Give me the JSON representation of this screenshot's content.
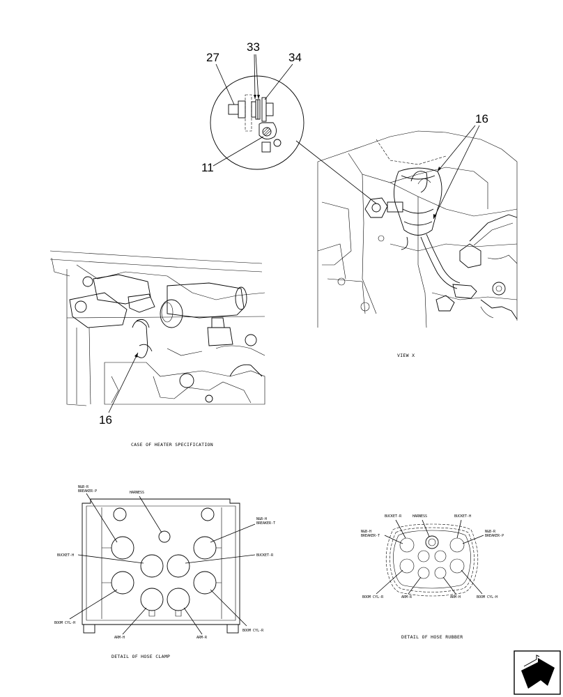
{
  "callouts": {
    "c27": "27",
    "c33": "33",
    "c34": "34",
    "c11": "11",
    "c16_view": "16",
    "c16_heater": "16"
  },
  "captions": {
    "view": "VIEW X",
    "heater": "CASE OF HEATER SPECIFICATION",
    "hose_clamp": "DETAIL OF HOSE CLAMP",
    "hose_rubber": "DETAIL OF HOSE RUBBER"
  },
  "clamp_labels": {
    "nb_r_1": "N&B-R",
    "nb_r_2": "BREAKER-P",
    "harness": "HARNESS",
    "nb_h_1": "N&B-H",
    "nb_h_2": "BREAKER-T",
    "bucket_h": "BUCKET-H",
    "bucket_r": "BUCKET-R",
    "boom_h": "BOOM CYL-H",
    "arm_h": "ARM-H",
    "arm_r": "ARM-R",
    "boom_r": "BOOM CYL-R"
  },
  "rubber_labels": {
    "bucket_r": "BUCKET-R",
    "harness": "HARNESS",
    "bucket_h": "BUCKET-H",
    "nb_h_1": "N&B-H",
    "nb_h_2": "BREAKER-T",
    "nb_r_1": "N&B-R",
    "nb_r_2": "BREAKER-P",
    "boom_r": "BOOM CYL-R",
    "arm_r": "ARM-R",
    "arm_h": "ARM-H",
    "boom_h": "BOOM CYL-H"
  }
}
